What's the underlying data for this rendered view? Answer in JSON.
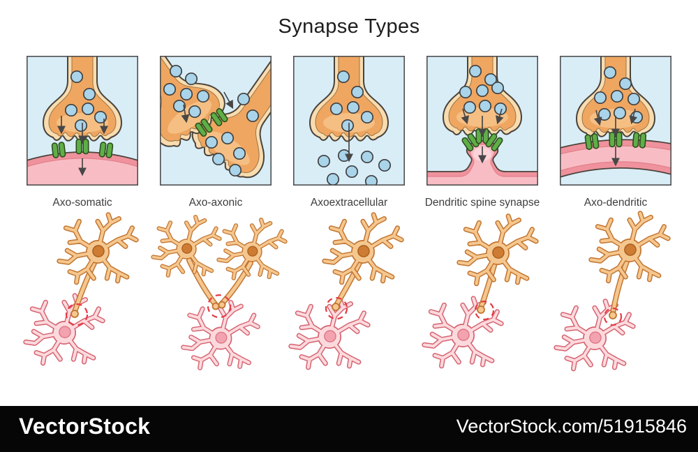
{
  "title": "Synapse Types",
  "panels": [
    {
      "label": "Axo-somatic"
    },
    {
      "label": "Axo-axonic"
    },
    {
      "label": "Axoextracellular"
    },
    {
      "label": "Dendritic spine synapse"
    },
    {
      "label": "Axo-dendritic"
    }
  ],
  "watermark": {
    "brand": "VectorStock",
    "site_ref": "VectorStock.com/51915846"
  },
  "palette": {
    "pageBg": "#ffffff",
    "titleColor": "#1d1d1d",
    "labelColor": "#3d3d3d",
    "panelBg": "#d9edf7",
    "panelBorder": "#4f4f4f",
    "outline": "#4a433a",
    "axonOuter": "#f8dcb0",
    "axonInner": "#efa661",
    "axonLight": "#f5bf84",
    "vesicle": "#a9d4ea",
    "vesicleStroke": "#3f3f3f",
    "receptor": "#5fae47",
    "receptorStroke": "#2c4d1d",
    "memEdge": "#ef929d",
    "memFill": "#f8bdc4",
    "memLight": "#fbd3d8",
    "arrow": "#474747",
    "neuronOrange": "#f5c78e",
    "neuronOrangeStroke": "#c17430",
    "nucleusOrange": "#ce7c33",
    "nucleusOrangeStroke": "#a85e1f",
    "neuronPink": "#fcd9dd",
    "neuronPinkStroke": "#d5626f",
    "nucleusPink": "#f2a3af",
    "nucleusPinkStroke": "#dd7886",
    "dashRed": "#e63a45",
    "barBg": "#060606",
    "barText": "#ffffff"
  }
}
